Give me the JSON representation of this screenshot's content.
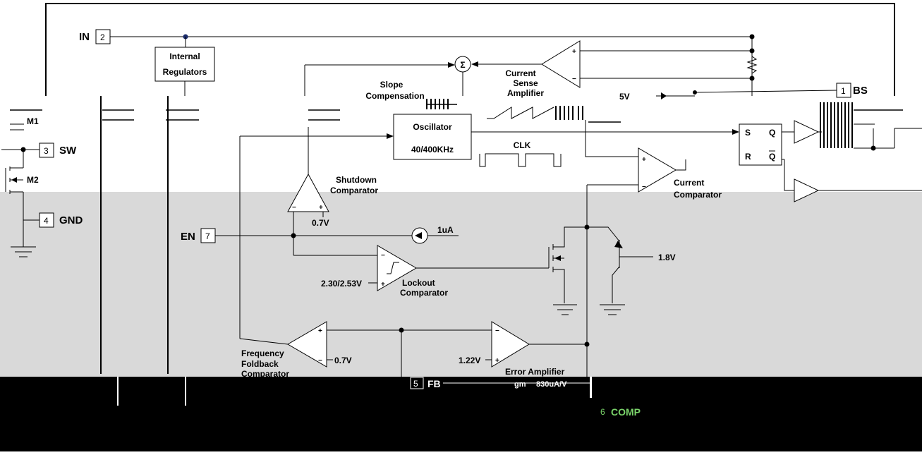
{
  "colors": {
    "white_region": "#ffffff",
    "gray_region": "#d9d9d9",
    "black_region": "#000000",
    "line": "#000000",
    "bottom_text": "#ffffff",
    "comp_text": "#7ad36a"
  },
  "pins": {
    "in": {
      "name": "IN",
      "num": "2"
    },
    "bs": {
      "name": "BS",
      "num": "1"
    },
    "sw": {
      "name": "SW",
      "num": "3"
    },
    "gnd": {
      "name": "GND",
      "num": "4"
    },
    "en": {
      "name": "EN",
      "num": "7"
    },
    "fb": {
      "name": "FB",
      "num": "5"
    },
    "comp": {
      "name": "COMP",
      "num": "6"
    }
  },
  "blocks": {
    "internal_regulators": {
      "line1": "Internal",
      "line2": "Regulators"
    },
    "oscillator": {
      "line1": "Oscillator",
      "line2": "40/400KHz"
    },
    "slope_compensation": {
      "line1": "Slope",
      "line2": "Compensation"
    },
    "current_sense_amplifier": {
      "line1": "Current",
      "line2": "Sense",
      "line3": "Amplifier"
    },
    "shutdown_comparator": {
      "line1": "Shutdown",
      "line2": "Comparator"
    },
    "current_comparator": {
      "line1": "Current",
      "line2": "Comparator"
    },
    "lockout_comparator": {
      "line1": "Lockout",
      "line2": "Comparator"
    },
    "frequency_foldback": {
      "line1": "Frequency",
      "line2": "Foldback",
      "line3": "Comparator"
    },
    "error_amplifier": {
      "label": "Error Amplifier"
    },
    "latch": {
      "s": "S",
      "r": "R",
      "q": "Q",
      "qbar": "Q"
    }
  },
  "labels": {
    "m1": "M1",
    "m2": "M2",
    "clk": "CLK",
    "sigma": "Σ",
    "v5": "5V",
    "v07_shutdown": "0.7V",
    "v07_foldback": "0.7V",
    "i_1ua": "1uA",
    "v18": "1.8V",
    "lockout_ref": "2.30/2.53V",
    "ea_ref": "1.22V",
    "gm": "gm",
    "gm_value": "830uA/V",
    "plus": "+",
    "minus": "−"
  }
}
